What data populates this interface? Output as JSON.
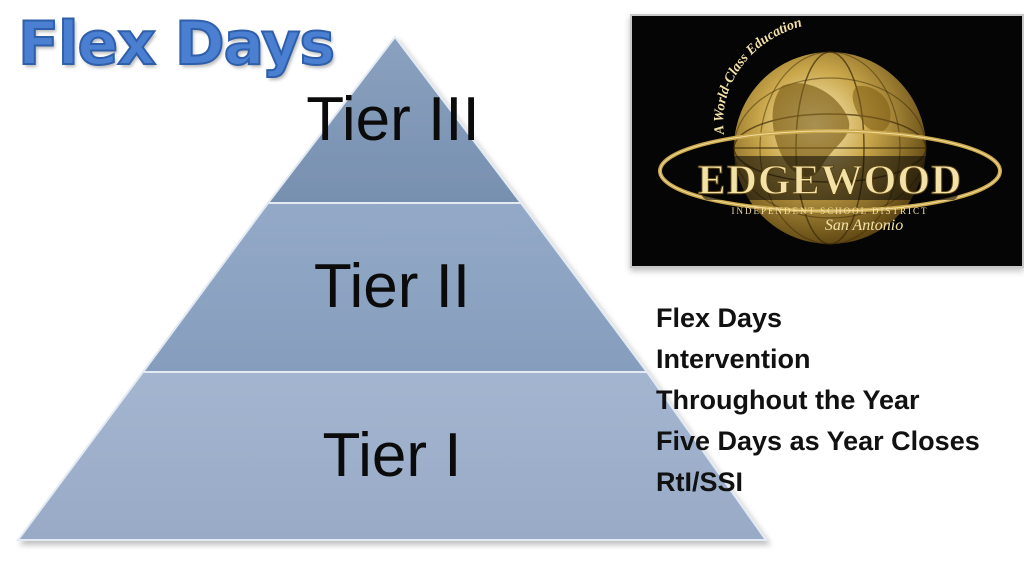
{
  "title": "Flex Days",
  "pyramid": {
    "tiers": [
      {
        "label": "Tier III",
        "level": 3
      },
      {
        "label": "Tier II",
        "level": 2
      },
      {
        "label": "Tier I",
        "level": 1
      }
    ],
    "colors": {
      "top": "#7d95b4",
      "middle": "#8ba2c2",
      "bottom": "#9fb1cc",
      "edge": "#e3eaf3"
    }
  },
  "logo": {
    "arc_text": "A World-Class Education",
    "wordmark": "EDGEWOOD",
    "tagline": "INDEPENDENT SCHOOL DISTRICT",
    "script": "San Antonio",
    "colors": {
      "background": "#050505",
      "gold": "#c9a64a",
      "cream": "#f3e2a8"
    }
  },
  "notes": {
    "lines": [
      "Flex Days",
      "Intervention",
      "Throughout the Year",
      "Five Days as Year Closes",
      "RtI/SSI"
    ]
  }
}
